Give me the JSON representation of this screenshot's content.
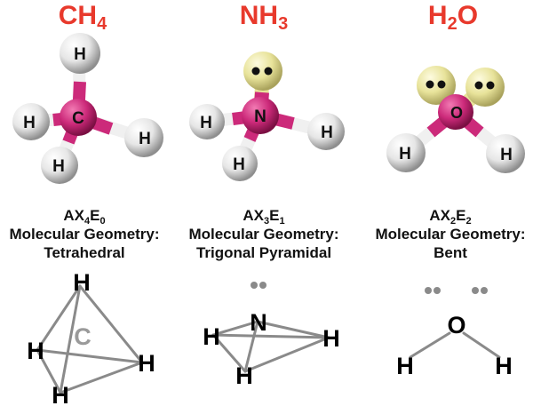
{
  "colors": {
    "formula_red": "#e8392c",
    "center_atom_pink": "#cc2a7a",
    "hydrogen_white": "#f2f2f2",
    "lone_pair_yellow": "#e8e39a",
    "skeleton_gray": "#888888"
  },
  "molecules": [
    {
      "formula": {
        "base": "CH",
        "sub": "4"
      },
      "center_atom": "C",
      "hydrogens": [
        "H",
        "H",
        "H",
        "H"
      ],
      "axe": {
        "a": "AX",
        "s1": "4",
        "e": "E",
        "s2": "0"
      },
      "geometry_label": "Molecular Geometry:",
      "geometry": "Tetrahedral",
      "skeleton": {
        "center": "C",
        "h": [
          "H",
          "H",
          "H",
          "H"
        ]
      }
    },
    {
      "formula": {
        "base": "NH",
        "sub": "3"
      },
      "center_atom": "N",
      "hydrogens": [
        "H",
        "H",
        "H"
      ],
      "axe": {
        "a": "AX",
        "s1": "3",
        "e": "E",
        "s2": "1"
      },
      "geometry_label": "Molecular Geometry:",
      "geometry": "Trigonal Pyramidal",
      "skeleton": {
        "center": "N",
        "h": [
          "H",
          "H",
          "H"
        ]
      }
    },
    {
      "formula": {
        "base": "H",
        "sub": "2",
        "tail": "O"
      },
      "center_atom": "O",
      "hydrogens": [
        "H",
        "H"
      ],
      "axe": {
        "a": "AX",
        "s1": "2",
        "e": "E",
        "s2": "2"
      },
      "geometry_label": "Molecular Geometry:",
      "geometry": "Bent",
      "skeleton": {
        "center": "O",
        "h": [
          "H",
          "H"
        ]
      }
    }
  ]
}
